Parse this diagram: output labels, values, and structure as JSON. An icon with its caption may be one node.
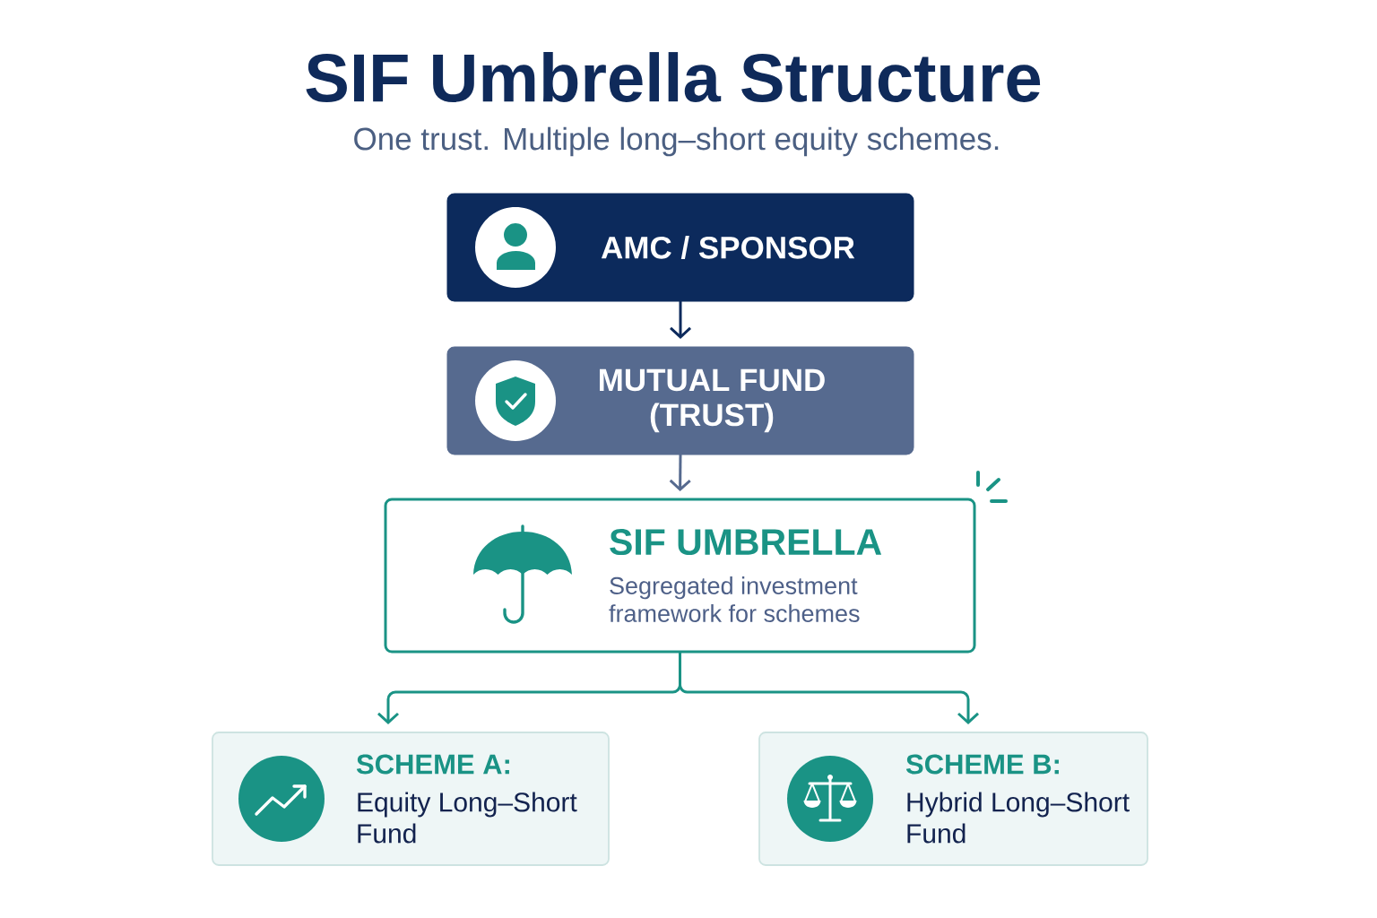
{
  "diagram": {
    "title": "SIF Umbrella Structure",
    "nodes": [
      {
        "text": [
          "AMC / SPONSOR"
        ]
      },
      {
        "text": [
          "MUTUAL FUND (TRUST)"
        ]
      },
      {
        "text": [
          "SIF UMBRELLA",
          "Segregated investment framework for schemes"
        ]
      },
      {
        "text": [
          "SCHEME A:",
          "Equity Long–Short Fund"
        ]
      },
      {
        "text": [
          "SCHEME B:",
          "Hybrid Long–Short Fund"
        ]
      }
    ],
    "edges": [
      {
        "from": 0,
        "to": 1,
        "arrow": "to",
        "color": "#0c2a5c"
      },
      {
        "from": 1,
        "to": 2,
        "arrow": "to",
        "color": "#566a8f"
      },
      {
        "from": 2,
        "to": 3,
        "arrow": "to"
      },
      {
        "from": 2,
        "to": 4,
        "arrow": "to"
      }
    ],
    "labels": [
      "One trust. Multiple long–short equity schemes."
    ]
  }
}
